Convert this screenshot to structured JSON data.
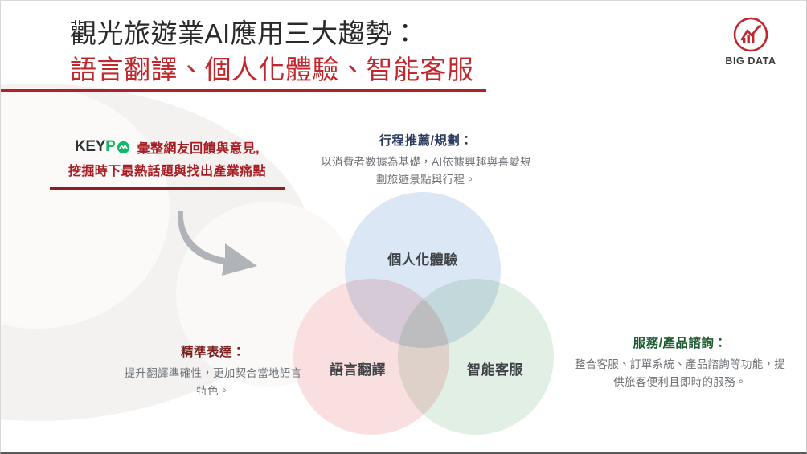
{
  "header": {
    "title_line1": "觀光旅遊業AI應用三大趨勢：",
    "title_line2": "語言翻譯、個人化體驗、智能客服"
  },
  "logo": {
    "name": "big-data-logo",
    "text": "BIG DATA",
    "mark_icon": "chart-mountain-circle-icon",
    "color": "#c0272d"
  },
  "keypo": {
    "brand_key": "KEY",
    "brand_p": "P",
    "brand_o_icon": "keypo-wave-circle-icon",
    "tagline_line1": "彙整網友回饋與意見,",
    "tagline_line2": "挖掘時下最熱話題與找出產業痛點",
    "accent_color": "#a61c22",
    "brand_green": "#15b56a"
  },
  "arrow": {
    "icon": "curved-arrow-down-right-icon",
    "color": "#b0b3b8"
  },
  "venn": {
    "circles": [
      {
        "id": "personalized",
        "label": "個人化體驗",
        "color": "#dbe7f4",
        "position": "top"
      },
      {
        "id": "translation",
        "label": "語言翻譯",
        "color": "#fadfe0",
        "position": "bottom-left"
      },
      {
        "id": "chatbot",
        "label": "智能客服",
        "color": "#e2efe5",
        "position": "bottom-right"
      }
    ]
  },
  "callouts": [
    {
      "id": "itinerary",
      "heading": "行程推薦/規劃：",
      "body": "以消費者數據為基礎，AI依據興趣與喜愛規劃旅遊景點與行程。",
      "heading_color": "#2b3a5e"
    },
    {
      "id": "precision",
      "heading": "精準表達：",
      "body": "提升翻譯準確性，更加契合當地語言特色。",
      "heading_color": "#7a2220"
    },
    {
      "id": "service",
      "heading": "服務/產品諮詢：",
      "body": "整合客服、訂單系統、產品諮詢等功能，提供旅客便利且即時的服務。",
      "heading_color": "#1d5c30"
    }
  ]
}
